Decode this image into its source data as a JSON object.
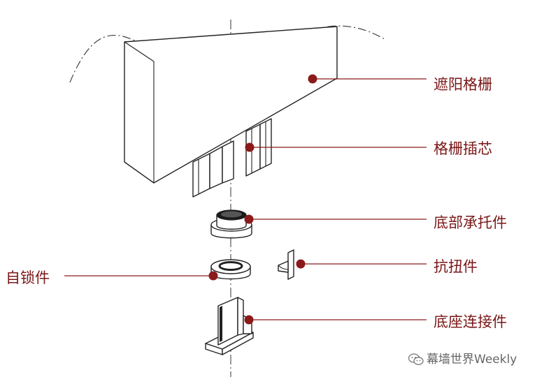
{
  "labels": {
    "shading_louver": "遮阳格栅",
    "louver_insert": "格栅插芯",
    "bottom_bearing": "底部承托件",
    "anti_torsion": "抗扭件",
    "self_lock": "自锁件",
    "base_connector": "底座连接件"
  },
  "watermark": {
    "text": "幕墙世界Weekly",
    "icon": "wechat-icon"
  },
  "colors": {
    "accent": "#7a1616",
    "line": "#222222",
    "leader": "#8b1a1a"
  }
}
